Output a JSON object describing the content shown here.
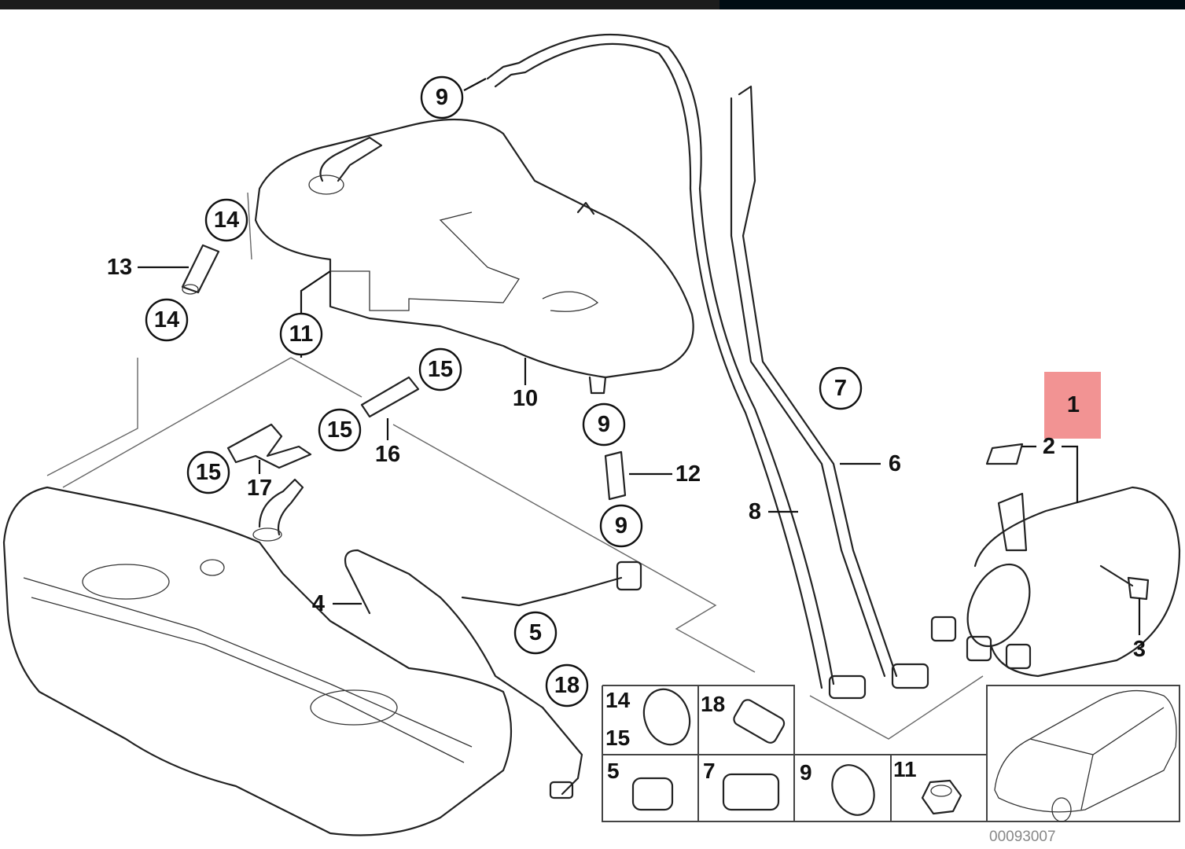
{
  "diagram": {
    "highlight_color": "#f08080",
    "callouts": [
      {
        "label": "9",
        "circled": true
      },
      {
        "label": "14",
        "circled": true
      },
      {
        "label": "14",
        "circled": true
      },
      {
        "label": "13",
        "circled": false
      },
      {
        "label": "11",
        "circled": true
      },
      {
        "label": "10",
        "circled": false
      },
      {
        "label": "15",
        "circled": true
      },
      {
        "label": "15",
        "circled": true
      },
      {
        "label": "16",
        "circled": false
      },
      {
        "label": "15",
        "circled": true
      },
      {
        "label": "17",
        "circled": false
      },
      {
        "label": "9",
        "circled": true
      },
      {
        "label": "12",
        "circled": false
      },
      {
        "label": "9",
        "circled": true
      },
      {
        "label": "7",
        "circled": true
      },
      {
        "label": "6",
        "circled": false
      },
      {
        "label": "8",
        "circled": false
      },
      {
        "label": "4",
        "circled": false
      },
      {
        "label": "5",
        "circled": true
      },
      {
        "label": "18",
        "circled": true
      },
      {
        "label": "2",
        "circled": false
      },
      {
        "label": "3",
        "circled": false
      },
      {
        "label": "1",
        "circled": false,
        "highlighted": true
      }
    ],
    "inset_labels": [
      "14",
      "15",
      "18",
      "5",
      "7",
      "9",
      "11"
    ],
    "diagram_code": "00093007"
  }
}
